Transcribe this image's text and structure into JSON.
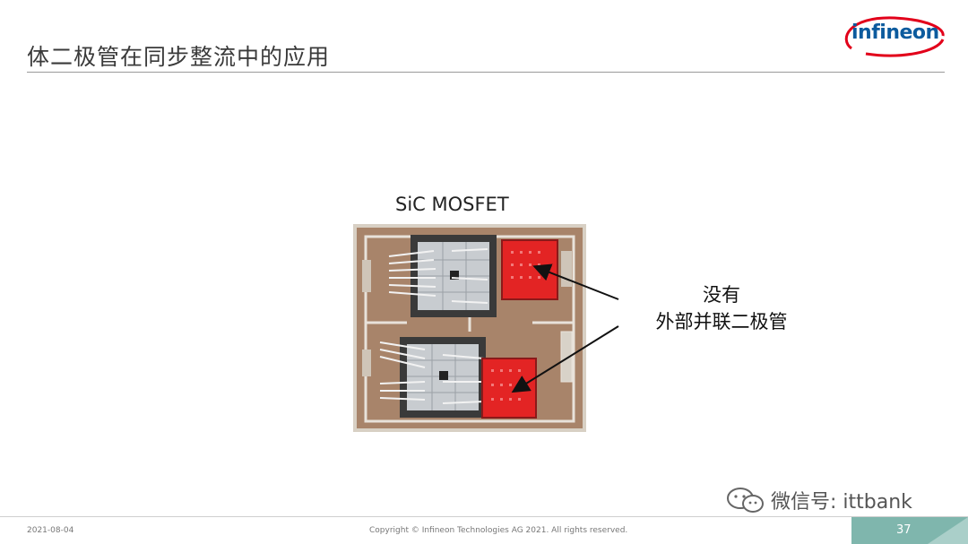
{
  "slide": {
    "title": "体二极管在同步整流中的应用",
    "photo_caption": "SiC MOSFET",
    "callout_line1": "没有",
    "callout_line2": "外部并联二极管"
  },
  "logo": {
    "text": "infineon"
  },
  "watermark": {
    "text": "微信号: ittbank"
  },
  "footer": {
    "date": "2021-08-04",
    "copyright": "Copyright © Infineon Technologies AG 2021. All rights reserved.",
    "page_number": "37"
  },
  "colors": {
    "brand_blue": "#0c5b9e",
    "brand_red": "#e2001a",
    "highlight_red": "#e32424",
    "footer_teal": "#7fb6ad"
  }
}
